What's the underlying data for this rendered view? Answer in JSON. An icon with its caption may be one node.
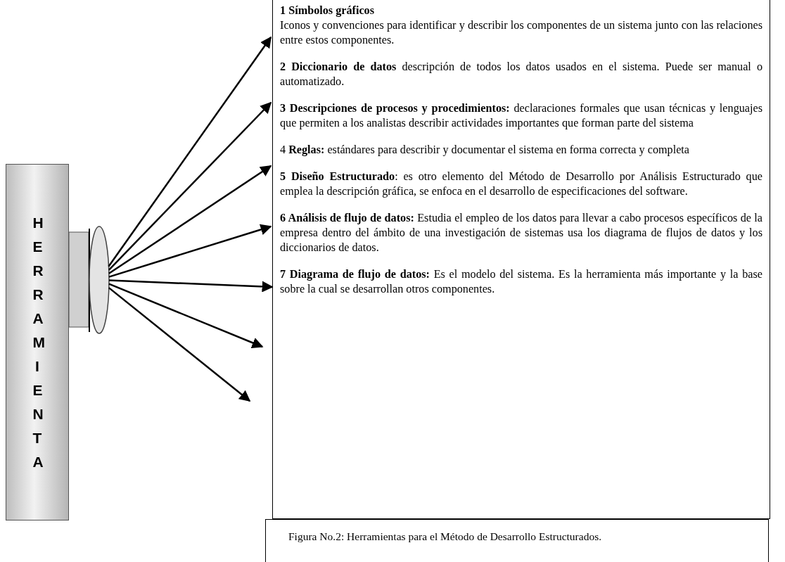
{
  "diagram": {
    "caption": "Figura No.2: Herramientas para el Método de Desarrollo Estructurados.",
    "nodes": [
      {
        "text": [
          "HERRAMIENTA"
        ]
      },
      {
        "text": [],
        "shape": "box"
      },
      {
        "text": [],
        "shape": "ellipse"
      },
      {
        "text": [
          "**1 Símbolos gráficos**",
          "Iconos y convenciones para identificar y describir los componentes de un sistema junto con las relaciones entre estos componentes.",
          "**2 Diccionario de datos** descripción de todos los datos usados en el sistema. Puede ser manual o automatizado.",
          "**3 Descripciones de procesos y procedimientos:** declaraciones formales que usan técnicas y lenguajes que permiten a los analistas describir actividades importantes que forman parte del sistema",
          "4 **Reglas:** estándares para describir y documentar el sistema en forma correcta y completa",
          "**5 Diseño Estructurado**: es otro elemento del Método de Desarrollo por Análisis Estructurado que emplea la descripción gráfica, se enfoca en el desarrollo de especificaciones del software.",
          "**6 Análisis de flujo de datos:** Estudia el empleo de los datos para llevar a cabo procesos específicos de la empresa dentro del ámbito de una investigación de sistemas usa los diagrama de flujos de datos y los diccionarios de datos.",
          "**7 Diagrama de flujo de datos:** Es el modelo del sistema. Es la herramienta más importante y la base sobre la cual se desarrollan otros componentes."
        ]
      }
    ],
    "edges": [
      {
        "from": 2,
        "to": 3,
        "arrow": "to"
      },
      {
        "from": 2,
        "to": 3,
        "arrow": "to"
      },
      {
        "from": 2,
        "to": 3,
        "arrow": "to"
      },
      {
        "from": 2,
        "to": 3,
        "arrow": "to"
      },
      {
        "from": 2,
        "to": 3,
        "arrow": "to"
      },
      {
        "from": 2,
        "to": 3,
        "arrow": "to"
      },
      {
        "from": 2,
        "to": 3,
        "arrow": "to"
      }
    ]
  }
}
